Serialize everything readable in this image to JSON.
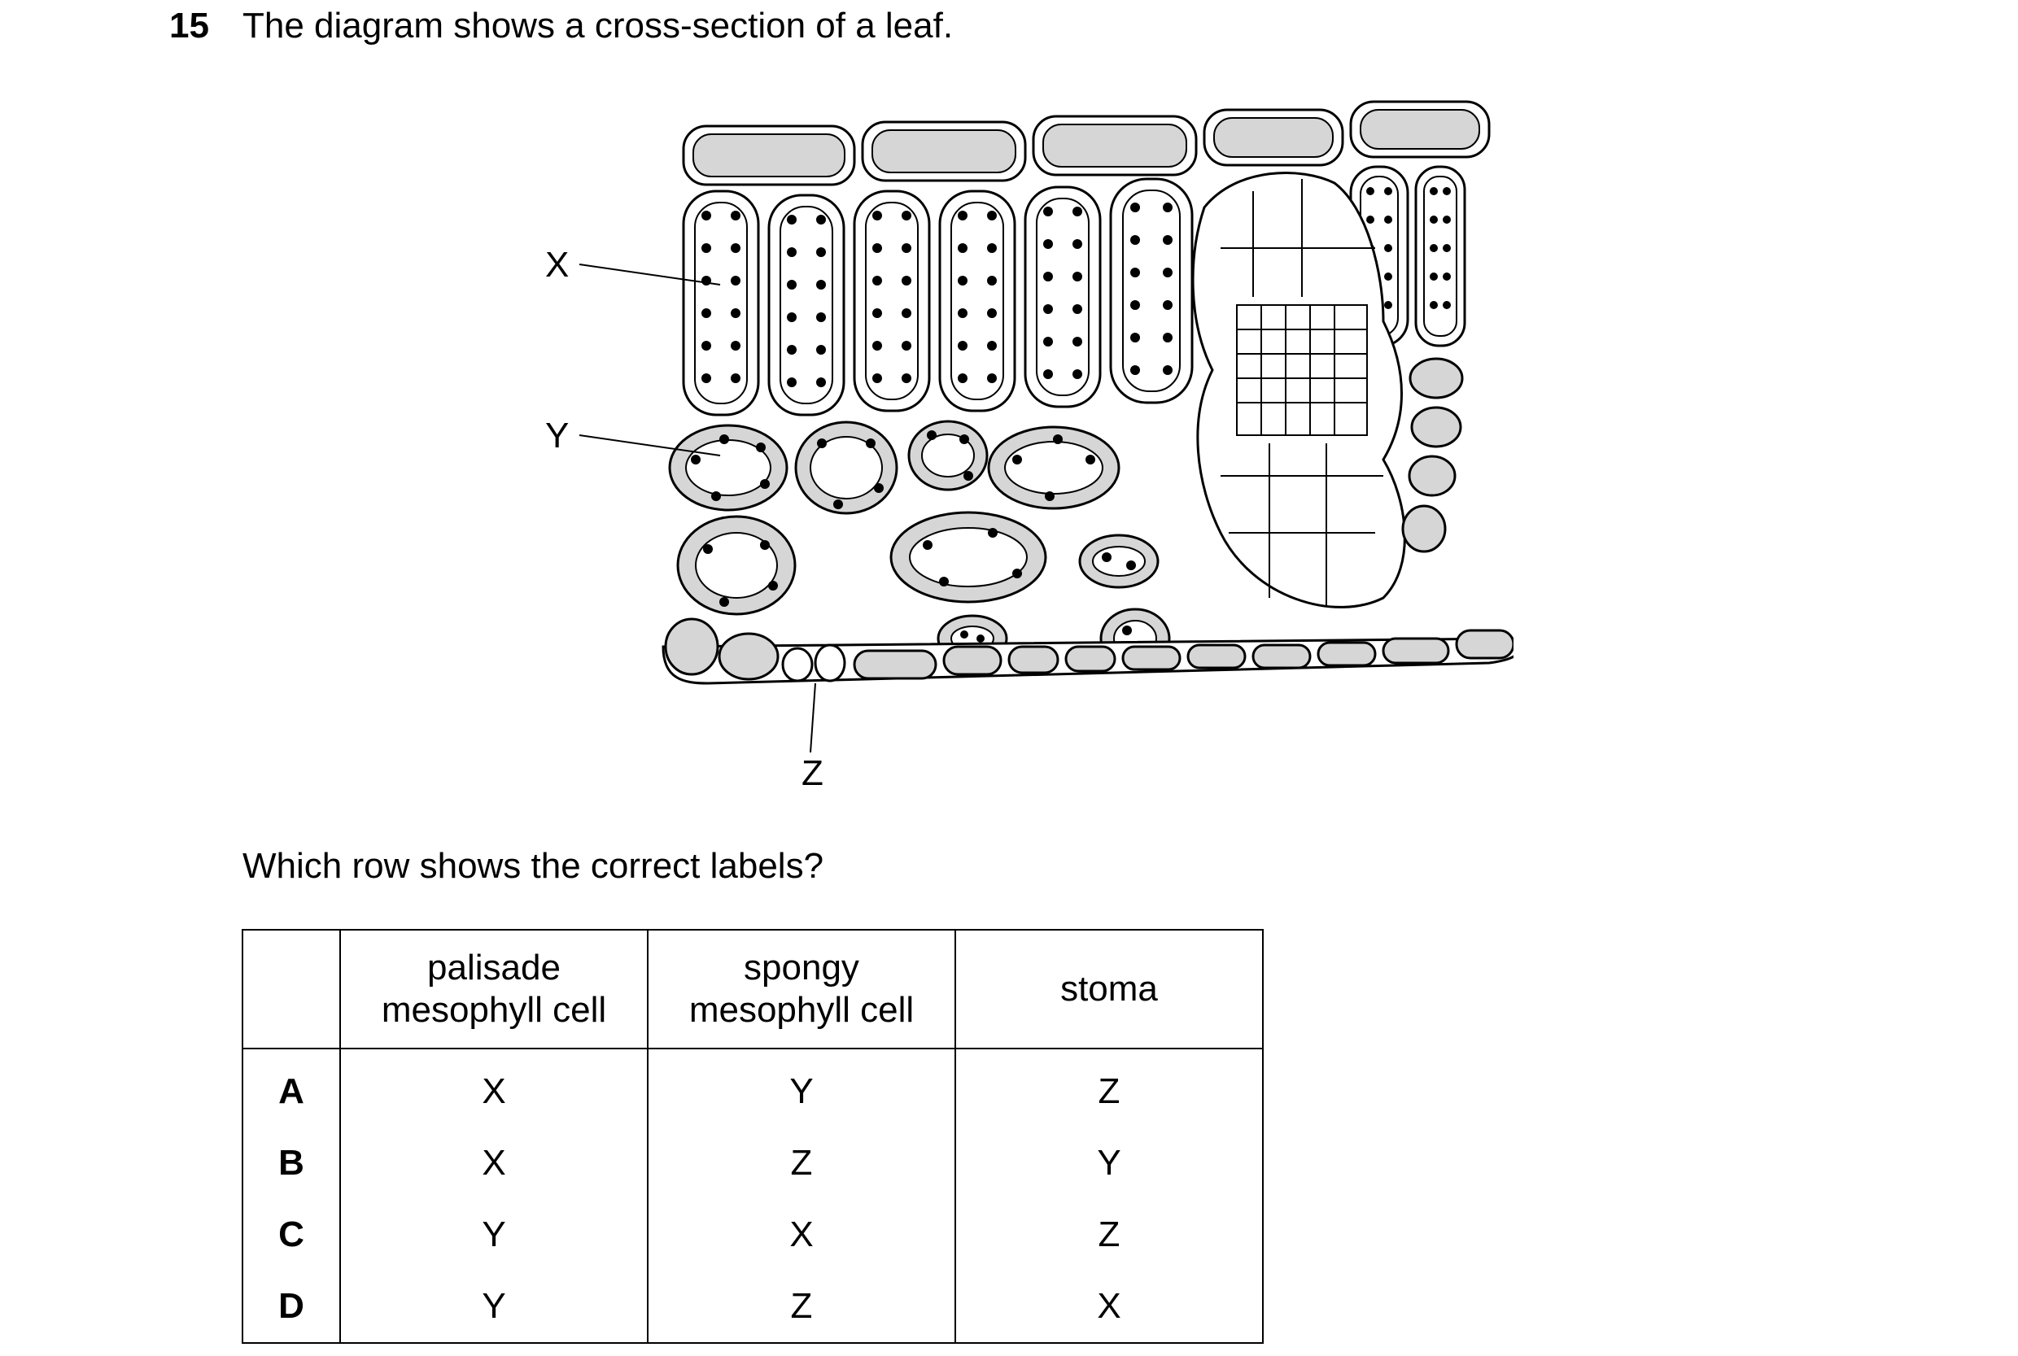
{
  "question": {
    "number": "15",
    "text": "The diagram shows a cross-section of a leaf.",
    "prompt": "Which row shows the correct labels?"
  },
  "diagram": {
    "labels": {
      "x": "X",
      "y": "Y",
      "z": "Z"
    }
  },
  "table": {
    "headers": [
      "",
      "palisade\nmesophyll cell",
      "spongy\nmesophyll cell",
      "stoma"
    ],
    "rows": [
      {
        "key": "A",
        "values": [
          "X",
          "Y",
          "Z"
        ]
      },
      {
        "key": "B",
        "values": [
          "X",
          "Z",
          "Y"
        ]
      },
      {
        "key": "C",
        "values": [
          "Y",
          "X",
          "Z"
        ]
      },
      {
        "key": "D",
        "values": [
          "Y",
          "Z",
          "X"
        ]
      }
    ]
  }
}
